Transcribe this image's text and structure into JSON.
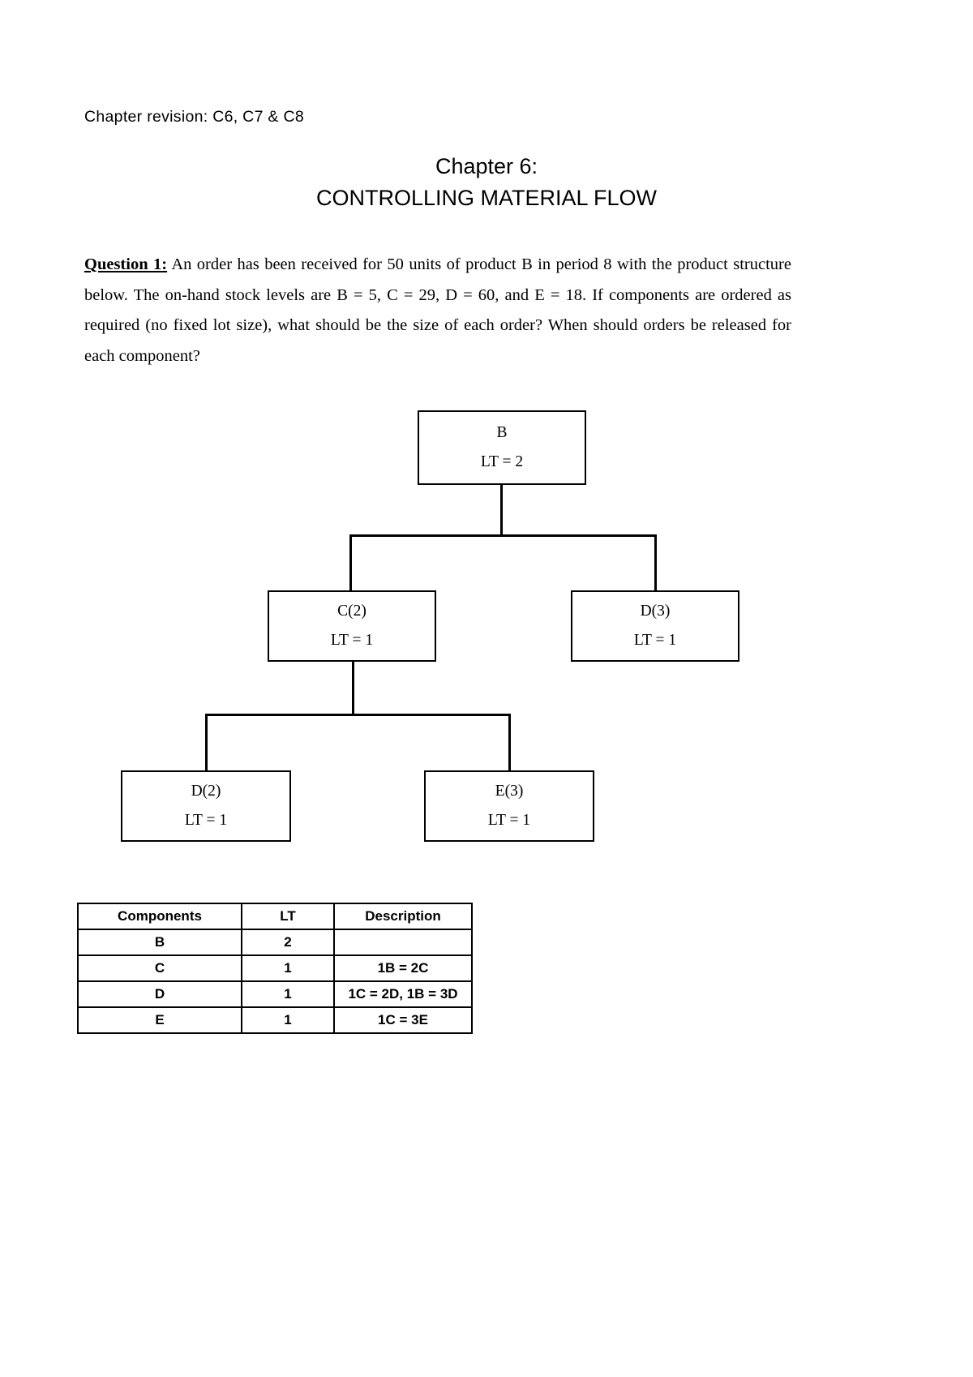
{
  "document": {
    "revision_line": "Chapter revision: C6, C7 & C8",
    "title_line_1": "Chapter 6:",
    "title_line_2": "CONTROLLING MATERIAL FLOW"
  },
  "question": {
    "label": "Question 1:",
    "body": " An order has been received for 50 units of product B in period 8 with the product structure below. The on-hand stock levels are B = 5, C = 29, D = 60, and E = 18. If components are ordered as required (no fixed lot size), what should be the size of each order? When should orders be released for each component?"
  },
  "bom_diagram": {
    "nodes": [
      {
        "id": "b",
        "name": "B",
        "lt": "LT = 2"
      },
      {
        "id": "c",
        "name": "C(2)",
        "lt": "LT = 1"
      },
      {
        "id": "d1",
        "name": "D(3)",
        "lt": "LT = 1"
      },
      {
        "id": "d2",
        "name": "D(2)",
        "lt": "LT = 1"
      },
      {
        "id": "e",
        "name": "E(3)",
        "lt": "LT = 1"
      }
    ]
  },
  "components_table": {
    "headers": [
      "Components",
      "LT",
      "Description"
    ],
    "rows": [
      {
        "component": "B",
        "lt": "2",
        "description": ""
      },
      {
        "component": "C",
        "lt": "1",
        "description": "1B = 2C"
      },
      {
        "component": "D",
        "lt": "1",
        "description": "1C = 2D, 1B = 3D"
      },
      {
        "component": "E",
        "lt": "1",
        "description": "1C = 3E"
      }
    ]
  }
}
